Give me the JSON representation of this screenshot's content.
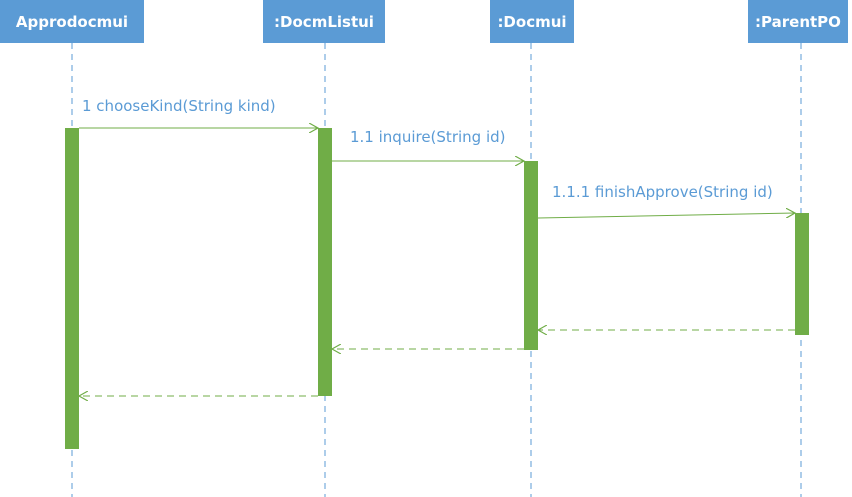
{
  "participants": [
    {
      "name": "Approdocmui"
    },
    {
      "name": ":DocmListui"
    },
    {
      "name": ":Docmui"
    },
    {
      "name": ":ParentPO"
    }
  ],
  "messages": [
    {
      "label": "1 chooseKind(String kind)",
      "kind": "call"
    },
    {
      "label": "1.1 inquire(String id)",
      "kind": "call"
    },
    {
      "label": "1.1.1 finishApprove(String id)",
      "kind": "call"
    },
    {
      "label": "",
      "kind": "return"
    },
    {
      "label": "",
      "kind": "return"
    },
    {
      "label": "",
      "kind": "return"
    }
  ],
  "colors": {
    "participant_fill": "#5b9bd5",
    "participant_text": "#ffffff",
    "lifeline": "#5b9bd5",
    "activation": "#70ad47",
    "message_line": "#70ad47",
    "label_text": "#5b9bd5"
  }
}
